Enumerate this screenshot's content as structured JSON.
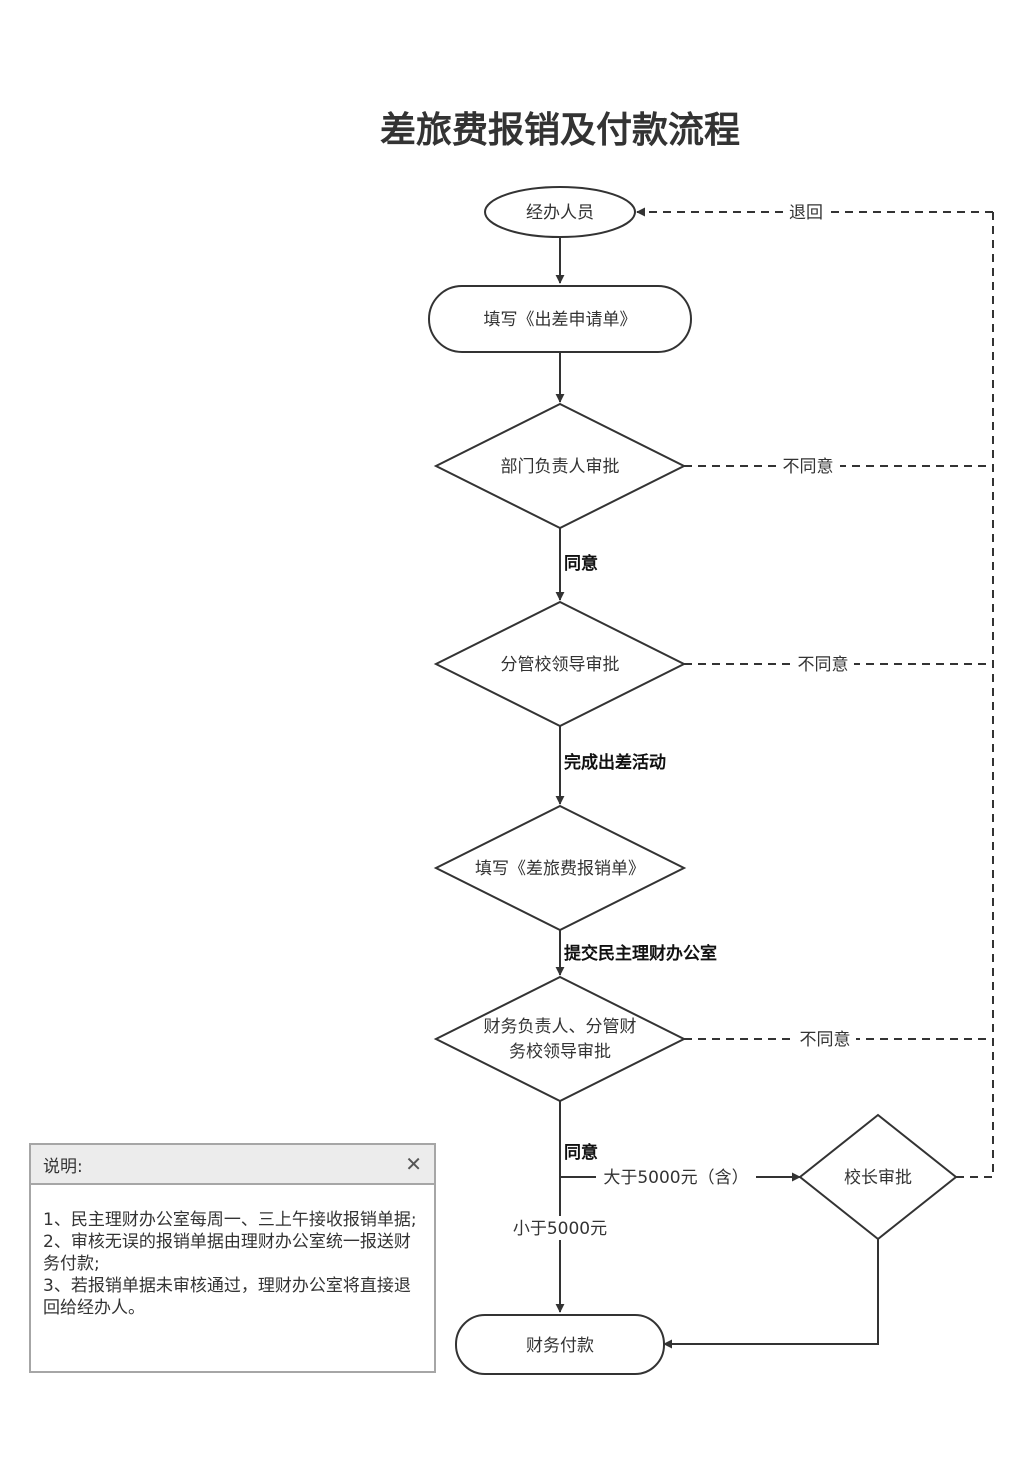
{
  "title": "差旅费报销及付款流程",
  "nodes": {
    "start": "经办人员",
    "apply_form": "填写《出差申请单》",
    "dept_head": "部门负责人审批",
    "vice_leader": "分管校领导审批",
    "expense_form": "填写《差旅费报销单》",
    "finance": [
      "财务负责人、分管财",
      "务校领导审批"
    ],
    "president": "校长审批",
    "payment": "财务付款"
  },
  "edges": {
    "return": "退回",
    "reject_1": "不同意",
    "reject_2": "不同意",
    "reject_3": "不同意",
    "agree_1": "同意",
    "complete_trip": "完成出差活动",
    "submit_office": "提交民主理财办公室",
    "agree_2": "同意",
    "over_5000": "大于5000元（含）",
    "under_5000": "小于5000元"
  },
  "note": {
    "title": "说明:",
    "close_icon": "close-icon",
    "items": [
      "1、民主理财办公室每周一、三上午接收报销单据;",
      "2、审核无误的报销单据由理财办公室统一报送财务付款;",
      "3、若报销单据未审核通过，理财办公室将直接退回给经办人。"
    ]
  }
}
